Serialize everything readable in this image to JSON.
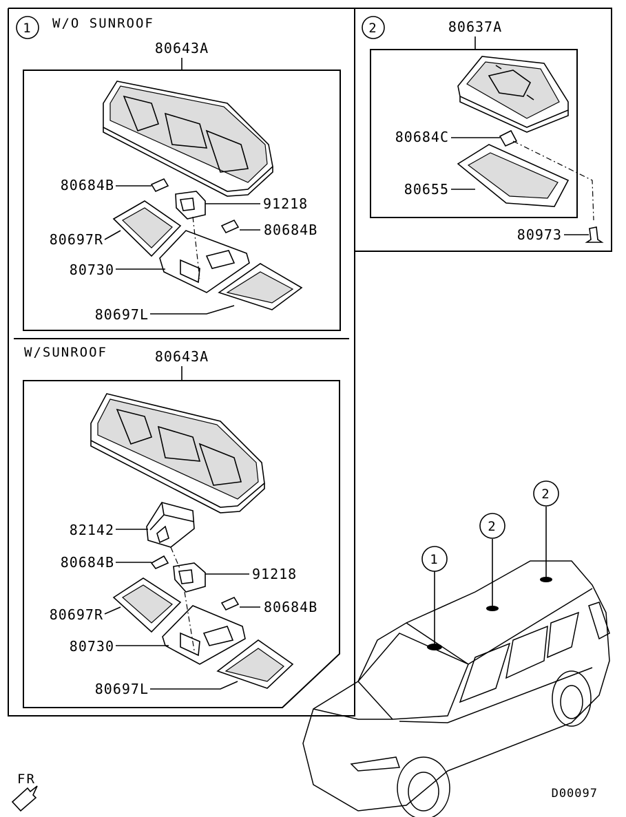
{
  "diagram_code": "D00097",
  "fr_label": "FR",
  "panel1": {
    "callout": "1",
    "section_wo": "W/O  SUNROOF",
    "section_w": "W/SUNROOF",
    "wo": {
      "assembly": "80643A",
      "bulb_left": "80684B",
      "socket": "91218",
      "bulb_right": "80684B",
      "lens_r": "80697R",
      "base": "80730",
      "lens_l": "80697L"
    },
    "w": {
      "assembly": "80643A",
      "switch": "82142",
      "bulb_left": "80684B",
      "socket": "91218",
      "bulb_right": "80684B",
      "lens_r": "80697R",
      "base": "80730",
      "lens_l": "80697L"
    }
  },
  "panel2": {
    "callout": "2",
    "assembly": "80637A",
    "bulb": "80684C",
    "lens": "80655",
    "screw": "80973"
  },
  "car_callouts": [
    "1",
    "2",
    "2"
  ]
}
